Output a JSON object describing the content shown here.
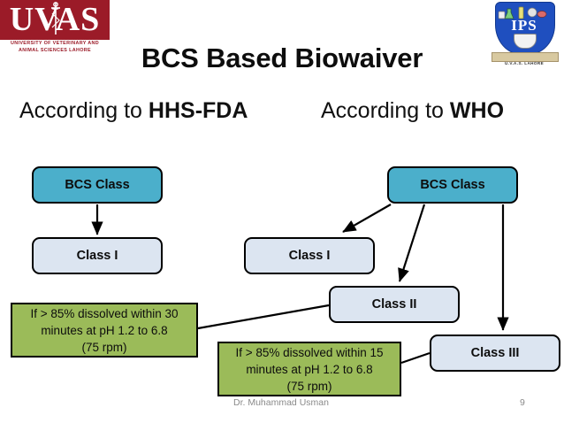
{
  "slide": {
    "title": "BCS Based Biowaiver",
    "page_number": "9",
    "author": "Dr. Muhammad Usman"
  },
  "logos": {
    "university": {
      "letters": "UVAS",
      "name": "UNIVERSITY OF VETERINARY AND ANIMAL SCIENCES LAHORE",
      "color": "#9B1B28"
    },
    "institute": {
      "acronym": "IPS",
      "subtitle": "U.V.A.S. LAHORE",
      "color": "#1F4FBF"
    }
  },
  "columns": {
    "left": {
      "heading_prefix": "According to ",
      "heading_bold": "HHS-FDA"
    },
    "right": {
      "heading_prefix": "According to ",
      "heading_bold": "WHO"
    }
  },
  "diagram": {
    "colors": {
      "teal": "#4BAFCB",
      "light_blue": "#DCE5F1",
      "green": "#9BBB59",
      "border": "#000000"
    },
    "nodes": {
      "bcs_class_left": "BCS Class",
      "class_1_left": "Class I",
      "bcs_class_right": "BCS Class",
      "class_1_right": "Class I",
      "class_2": "Class II",
      "class_3": "Class III"
    },
    "conditions": {
      "fda_rule": "If > 85% dissolved within 30 minutes at pH 1.2 to 6.8 (75 rpm)",
      "fda_rule_lines": [
        "If > 85% dissolved within 30",
        "minutes at pH 1.2 to 6.8",
        "(75 rpm)"
      ],
      "who_rule": "If > 85% dissolved within 15 minutes at pH 1.2 to 6.8 (75 rpm)",
      "who_rule_lines": [
        "If > 85% dissolved within 15",
        "minutes at pH 1.2 to 6.8",
        "(75 rpm)"
      ]
    }
  }
}
